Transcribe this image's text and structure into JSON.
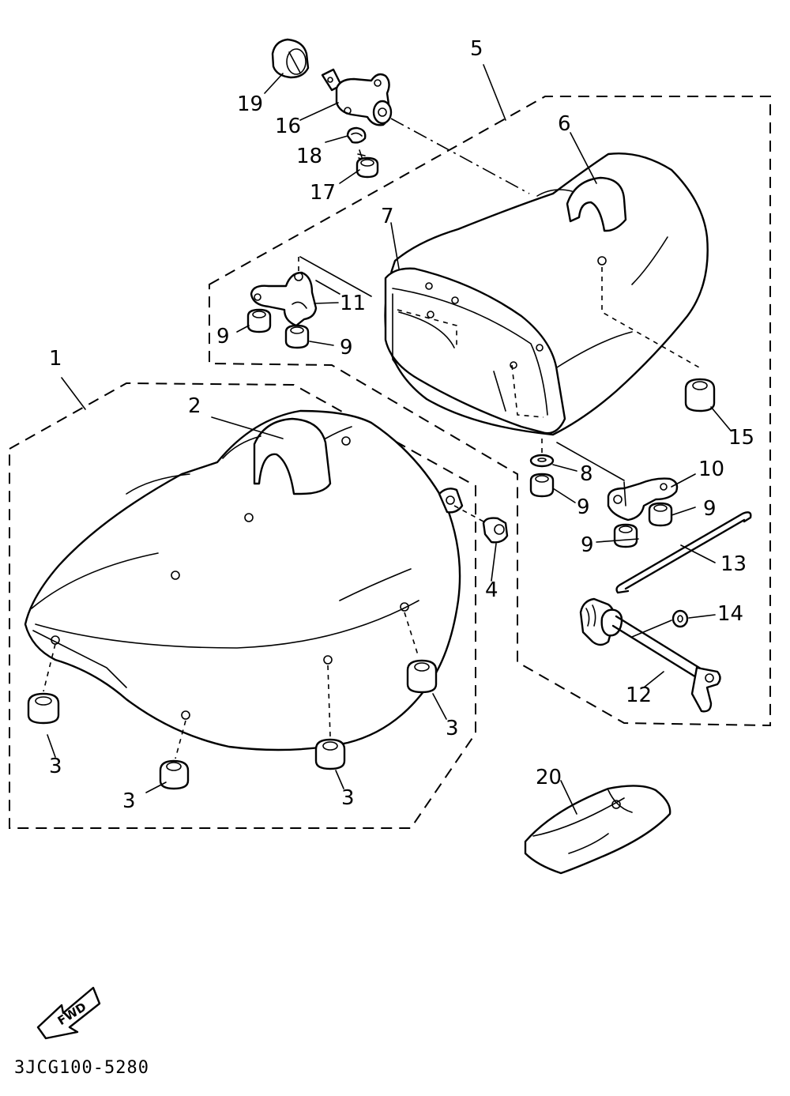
{
  "callouts": {
    "c1": "1",
    "c2": "2",
    "c3a": "3",
    "c3b": "3",
    "c3c": "3",
    "c3d": "3",
    "c4": "4",
    "c5": "5",
    "c6": "6",
    "c7": "7",
    "c8": "8",
    "c9a": "9",
    "c9b": "9",
    "c9c": "9",
    "c9d": "9",
    "c9e": "9",
    "c10": "10",
    "c11": "11",
    "c12": "12",
    "c13": "13",
    "c14": "14",
    "c15": "15",
    "c16": "16",
    "c17": "17",
    "c18": "18",
    "c19": "19",
    "c20": "20"
  },
  "direction_arrow": {
    "label": "FWD"
  },
  "drawing_code": "3JCG100-5280"
}
